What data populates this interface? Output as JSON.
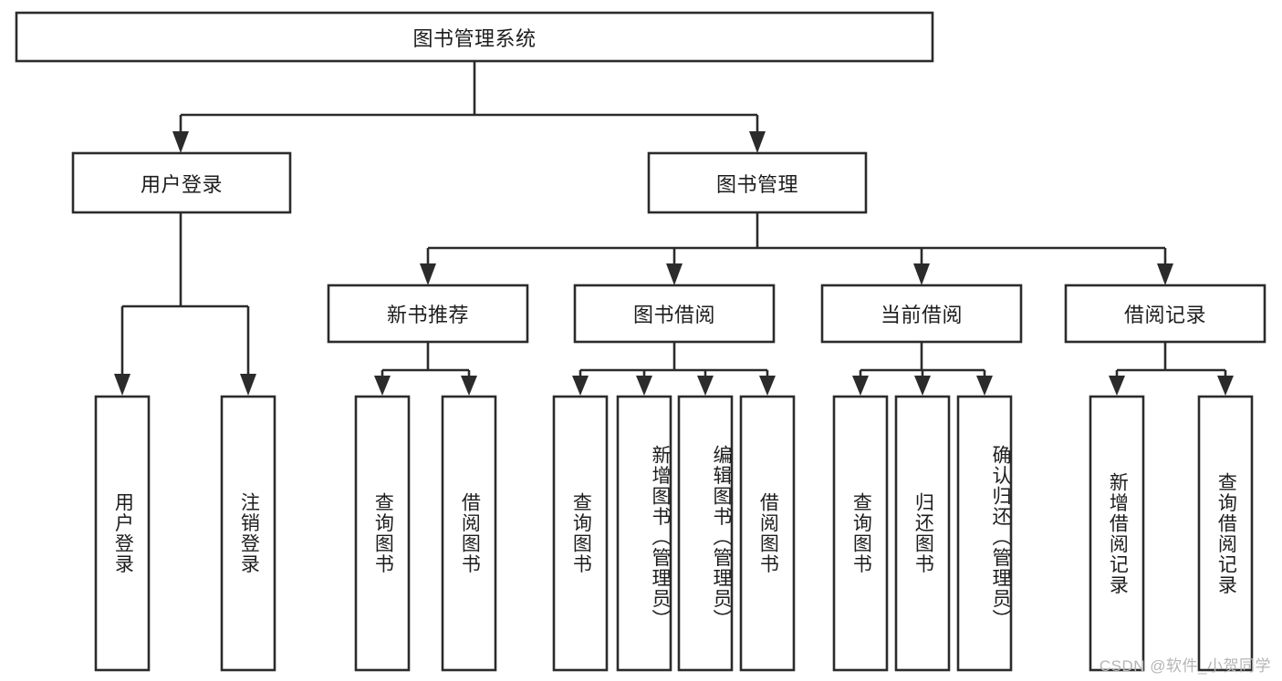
{
  "diagram": {
    "title": "图书管理系统",
    "type": "tree-hierarchy",
    "watermark": "CSDN @软件_小贺同学",
    "colors": {
      "stroke": "#2b2b2b",
      "fill": "#ffffff",
      "text": "#1d1d1d",
      "watermark": "#b5b5b5",
      "background": "#ffffff"
    },
    "levels": {
      "root": {
        "label": "图书管理系统"
      },
      "level2": [
        {
          "label": "用户登录"
        },
        {
          "label": "图书管理"
        }
      ],
      "level3": [
        {
          "label": "新书推荐"
        },
        {
          "label": "图书借阅"
        },
        {
          "label": "当前借阅"
        },
        {
          "label": "借阅记录"
        }
      ],
      "leaves": {
        "user_login": [
          {
            "label": "用户登录"
          },
          {
            "label": "注销登录"
          }
        ],
        "new_book_recommend": [
          {
            "label": "查询图书"
          },
          {
            "label": "借阅图书"
          }
        ],
        "book_borrow": [
          {
            "label": "查询图书"
          },
          {
            "label": "新增图书（管理员）"
          },
          {
            "label": "编辑图书（管理员）"
          },
          {
            "label": "借阅图书"
          }
        ],
        "current_borrow": [
          {
            "label": "查询图书"
          },
          {
            "label": "归还图书"
          },
          {
            "label": "确认归还（管理员）"
          }
        ],
        "borrow_record": [
          {
            "label": "新增借阅记录"
          },
          {
            "label": "查询借阅记录"
          }
        ]
      }
    }
  }
}
